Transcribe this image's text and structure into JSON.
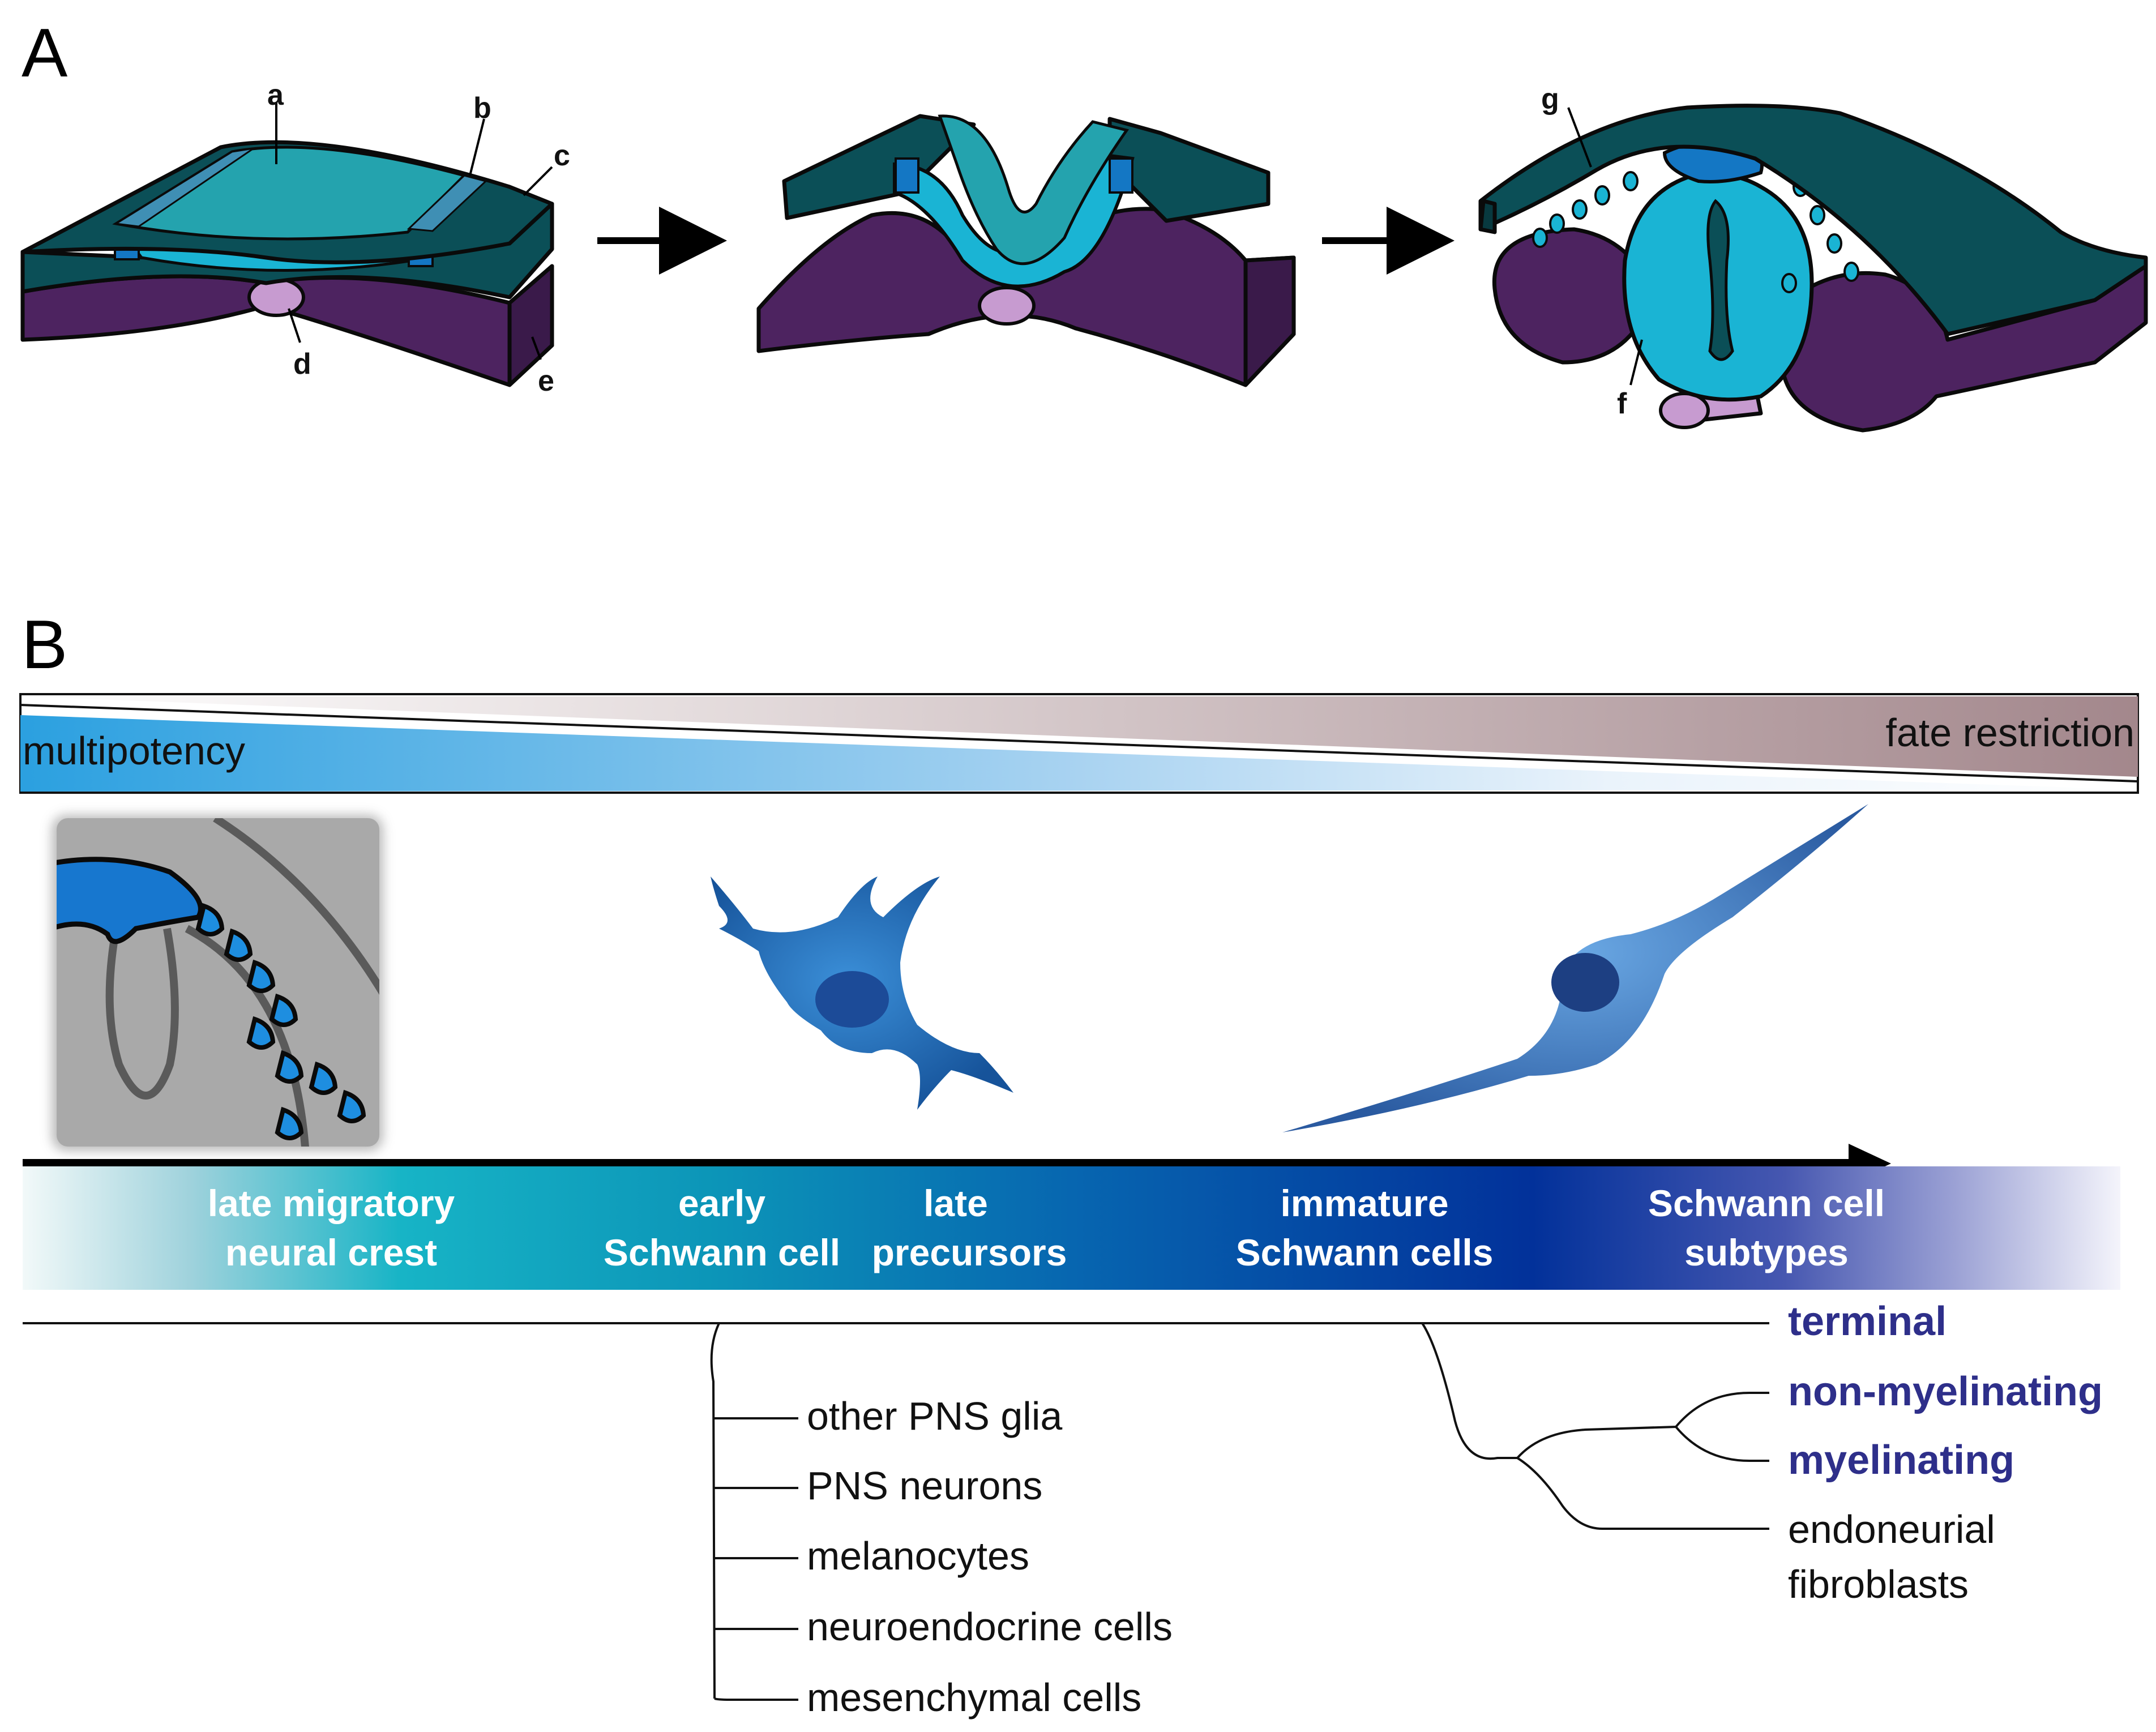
{
  "panel_a": {
    "letter": "A",
    "labels": {
      "a": "a",
      "b": "b",
      "c": "c",
      "d": "d",
      "e": "e",
      "f": "f",
      "g": "g"
    }
  },
  "panel_b": {
    "letter": "B",
    "gradient": {
      "left_label": "multipotency",
      "right_label": "fate restriction"
    },
    "stages": {
      "late_migratory_1": "late migratory",
      "late_migratory_2": "neural crest",
      "early": "early",
      "early_2": "Schwann cell",
      "late": "late",
      "late_2": "precursors",
      "immature_1": "immature",
      "immature_2": "Schwann cells",
      "subtypes_1": "Schwann cell",
      "subtypes_2": "subtypes"
    },
    "precursor_fates": [
      "other PNS glia",
      "PNS neurons",
      "melanocytes",
      "neuroendocrine cells",
      "mesenchymal cells"
    ],
    "schwann_fates": {
      "terminal": "terminal",
      "non_myelinating": "non-myelinating",
      "myelinating": "myelinating",
      "fibro_1": "endoneurial",
      "fibro_2": "fibroblasts"
    }
  },
  "colors": {
    "ectoderm": "#0b4f57",
    "neural_plate": "#24a3ae",
    "neural_tube": "#1ab4d4",
    "neural_crest": "#1477c4",
    "mesoderm": "#4d2360",
    "notochord": "#c79bd0",
    "fate_label": "#2e2f8a",
    "multipotency": "#2ba0e0",
    "restriction": "#a3878c"
  }
}
